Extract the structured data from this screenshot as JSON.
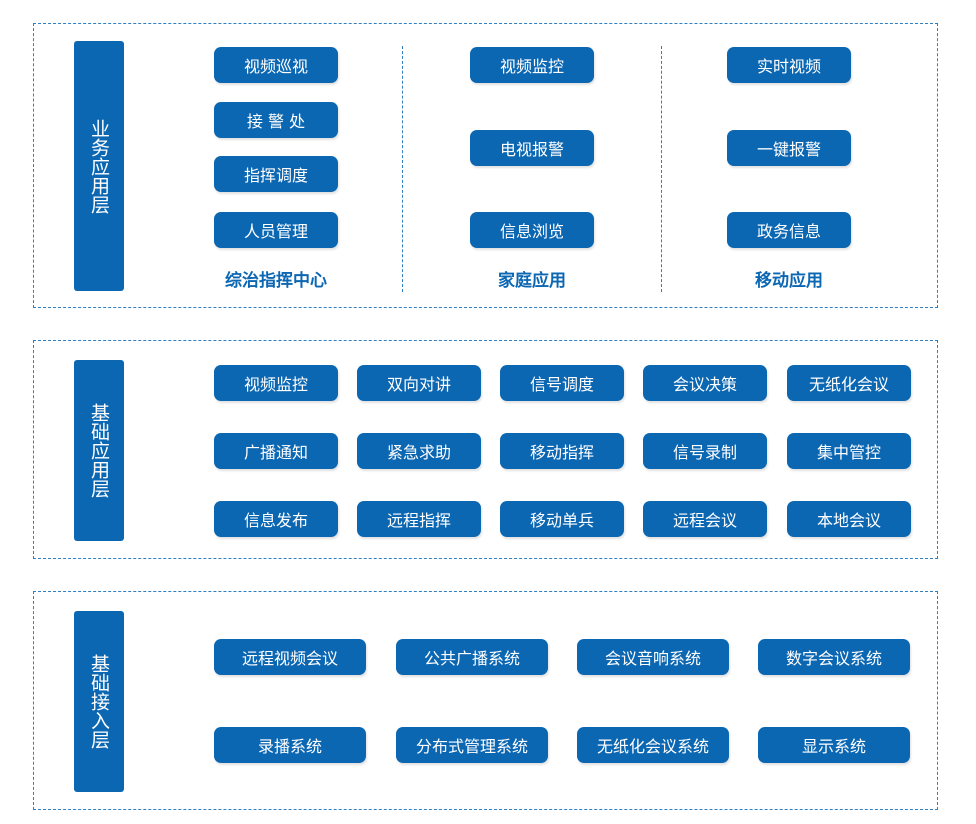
{
  "layers": [
    {
      "label": "业务应用层",
      "groups": [
        {
          "caption": "综治指挥中心",
          "items": [
            "视频巡视",
            "接 警 处",
            "指挥调度",
            "人员管理"
          ]
        },
        {
          "caption": "家庭应用",
          "items": [
            "视频监控",
            "电视报警",
            "信息浏览"
          ]
        },
        {
          "caption": "移动应用",
          "items": [
            "实时视频",
            "一键报警",
            "政务信息"
          ]
        }
      ]
    },
    {
      "label": "基础应用层",
      "rows": [
        [
          "视频监控",
          "双向对讲",
          "信号调度",
          "会议决策",
          "无纸化会议"
        ],
        [
          "广播通知",
          "紧急求助",
          "移动指挥",
          "信号录制",
          "集中管控"
        ],
        [
          "信息发布",
          "远程指挥",
          "移动单兵",
          "远程会议",
          "本地会议"
        ]
      ]
    },
    {
      "label": "基础接入层",
      "rows": [
        [
          "远程视频会议",
          "公共广播系统",
          "会议音响系统",
          "数字会议系统"
        ],
        [
          "录播系统",
          "分布式管理系统",
          "无纸化会议系统",
          "显示系统"
        ]
      ]
    }
  ],
  "colors": {
    "accent": "#0c67b3",
    "border": "#2f7fc1"
  }
}
